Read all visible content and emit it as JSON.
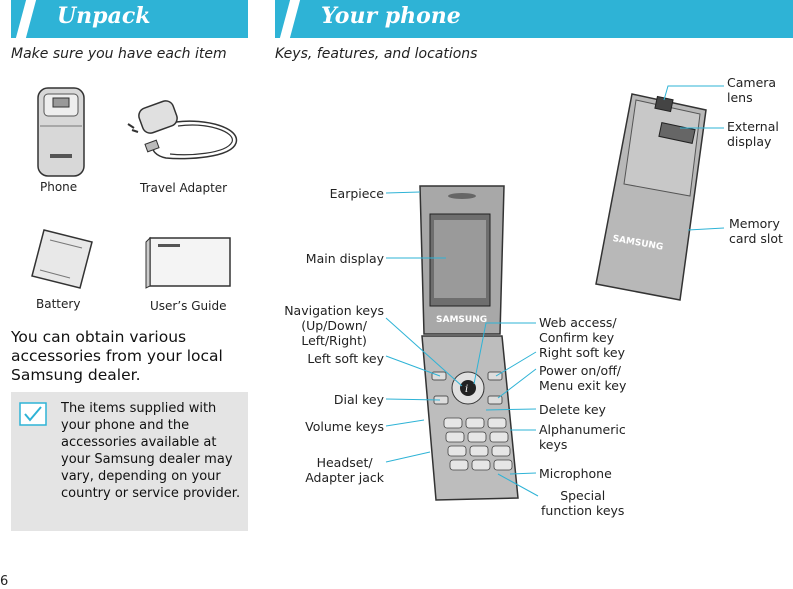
{
  "page_number": "6",
  "left": {
    "title": "Unpack",
    "subtitle": "Make sure you have each item",
    "items": [
      {
        "label": "Phone"
      },
      {
        "label": "Travel Adapter"
      },
      {
        "label": "Battery"
      },
      {
        "label": "User’s Guide"
      }
    ],
    "body": "You can obtain various accessories from your local Samsung dealer.",
    "note": "The items supplied with your phone and the accessories available at your Samsung dealer may vary, depending on your country or service provider."
  },
  "right": {
    "title": "Your phone",
    "subtitle": "Keys, features, and locations",
    "labels_left": [
      {
        "line1": "Earpiece"
      },
      {
        "line1": "Main display"
      },
      {
        "line1": "Navigation keys",
        "line2": "(Up/Down/",
        "line3": "Left/Right)"
      },
      {
        "line1": "Left soft key"
      },
      {
        "line1": "Dial key"
      },
      {
        "line1": "Volume keys"
      },
      {
        "line1": "Headset/",
        "line2": "Adapter jack"
      }
    ],
    "labels_right": [
      {
        "line1": "Web access/",
        "line2": "Confirm key"
      },
      {
        "line1": "Right soft key"
      },
      {
        "line1": "Power on/off/",
        "line2": "Menu exit key"
      },
      {
        "line1": "Delete key"
      },
      {
        "line1": "Alphanumeric",
        "line2": "keys"
      },
      {
        "line1": "Microphone"
      },
      {
        "line1": "Special",
        "line2": "function keys"
      }
    ],
    "labels_back": [
      {
        "line1": "Camera",
        "line2": "lens"
      },
      {
        "line1": "External",
        "line2": "display"
      },
      {
        "line1": "Memory",
        "line2": "card slot"
      }
    ],
    "brand": "SAMSUNG"
  },
  "colors": {
    "banner": "#2eb3d6",
    "callout_line": "#2eb3d6",
    "note_bg": "#e4e4e4"
  }
}
